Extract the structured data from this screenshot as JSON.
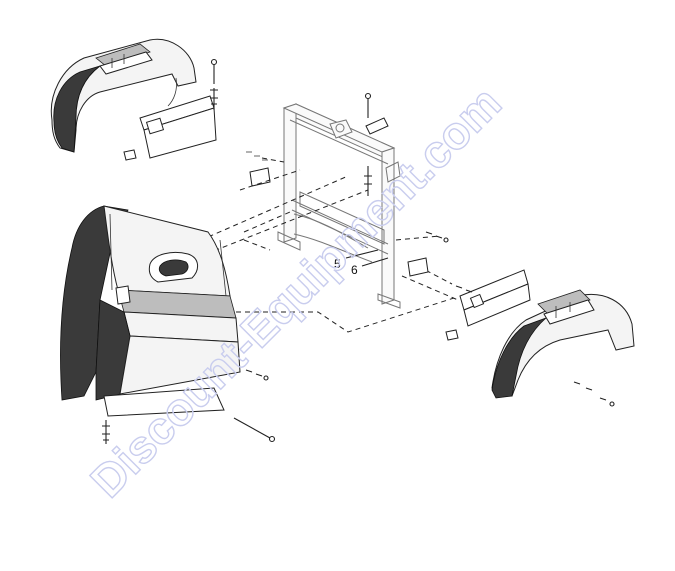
{
  "diagram": {
    "watermark": "Discount-Equipment.com",
    "callouts": [
      {
        "id": "callout-5",
        "label": "5"
      },
      {
        "id": "callout-6",
        "label": "6"
      }
    ]
  }
}
